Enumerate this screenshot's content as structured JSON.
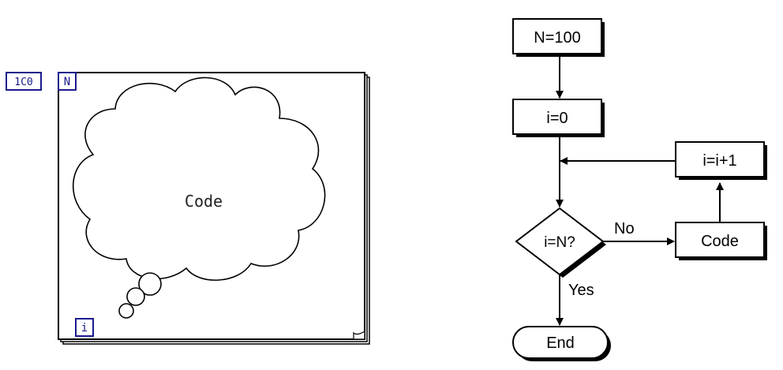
{
  "labview": {
    "count_terminal": "1C0",
    "n_terminal": "N",
    "i_terminal": "i",
    "code_label": "Code"
  },
  "flowchart": {
    "init_n": "N=100",
    "init_i": "i=0",
    "increment": "i=i+1",
    "decision": "i=N?",
    "code": "Code",
    "end": "End",
    "no_label": "No",
    "yes_label": "Yes"
  }
}
